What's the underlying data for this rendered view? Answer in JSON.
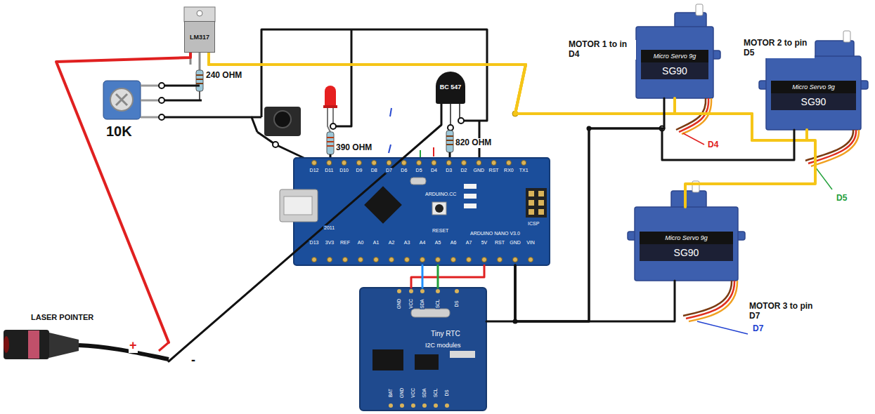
{
  "diagram": {
    "nodes": [
      {
        "text": [
          "LM317"
        ]
      },
      {
        "text": [
          "BC 547"
        ]
      },
      {
        "text": [
          "Micro Servo 9g",
          "SG90"
        ]
      },
      {
        "text": [
          "Micro Servo 9g",
          "SG90"
        ]
      },
      {
        "text": [
          "ARDUINO.CC",
          "ARDUINO NANO V3.0",
          "ICSP",
          "2011",
          "RESET"
        ]
      },
      {
        "text": [
          "Micro Servo 9g",
          "SG90"
        ]
      },
      {
        "text": [
          "Tiny RTC",
          "I2C modules"
        ]
      },
      {
        "text": [
          "LASER POINTER"
        ]
      }
    ],
    "edges": [
      {
        "from": 0,
        "to": 7,
        "arrow": "none"
      },
      {
        "from": 0,
        "to": 2,
        "arrow": "none"
      },
      {
        "from": 0,
        "to": 3,
        "arrow": "none"
      },
      {
        "from": 0,
        "to": 5,
        "arrow": "none"
      },
      {
        "from": 1,
        "to": 7,
        "arrow": "none"
      },
      {
        "from": 4,
        "to": 2,
        "arrow": "none"
      },
      {
        "from": 4,
        "to": 3,
        "arrow": "none"
      },
      {
        "from": 4,
        "to": 5,
        "arrow": "none"
      },
      {
        "from": 4,
        "to": 6,
        "arrow": "none"
      },
      {
        "from": 4,
        "to": 6,
        "arrow": "none"
      },
      {
        "from": 4,
        "to": 6,
        "arrow": "none"
      },
      {
        "from": 4,
        "to": 6,
        "arrow": "none"
      }
    ],
    "labels": [
      "10K",
      "240 OHM",
      "390 OHM",
      "820 OHM",
      "MOTOR 1 to in D4",
      "MOTOR 2 to pin D5",
      "MOTOR 3 to pin D7",
      "D4",
      "D5",
      "D7",
      "+",
      "-",
      "D12",
      "D11",
      "D10",
      "D9",
      "D8",
      "D7",
      "D6",
      "D5",
      "D4",
      "D3",
      "D2",
      "GND",
      "RST",
      "RX0",
      "TX1",
      "D13",
      "3V3",
      "REF",
      "A0",
      "A1",
      "A2",
      "A3",
      "A4",
      "A5",
      "A6",
      "A7",
      "5V",
      "RST",
      "GND",
      "VIN",
      "GND",
      "VCC",
      "SDA",
      "SCL",
      "DS",
      "BAT",
      "GND",
      "VCC",
      "SDA",
      "SCL",
      "DS"
    ]
  }
}
